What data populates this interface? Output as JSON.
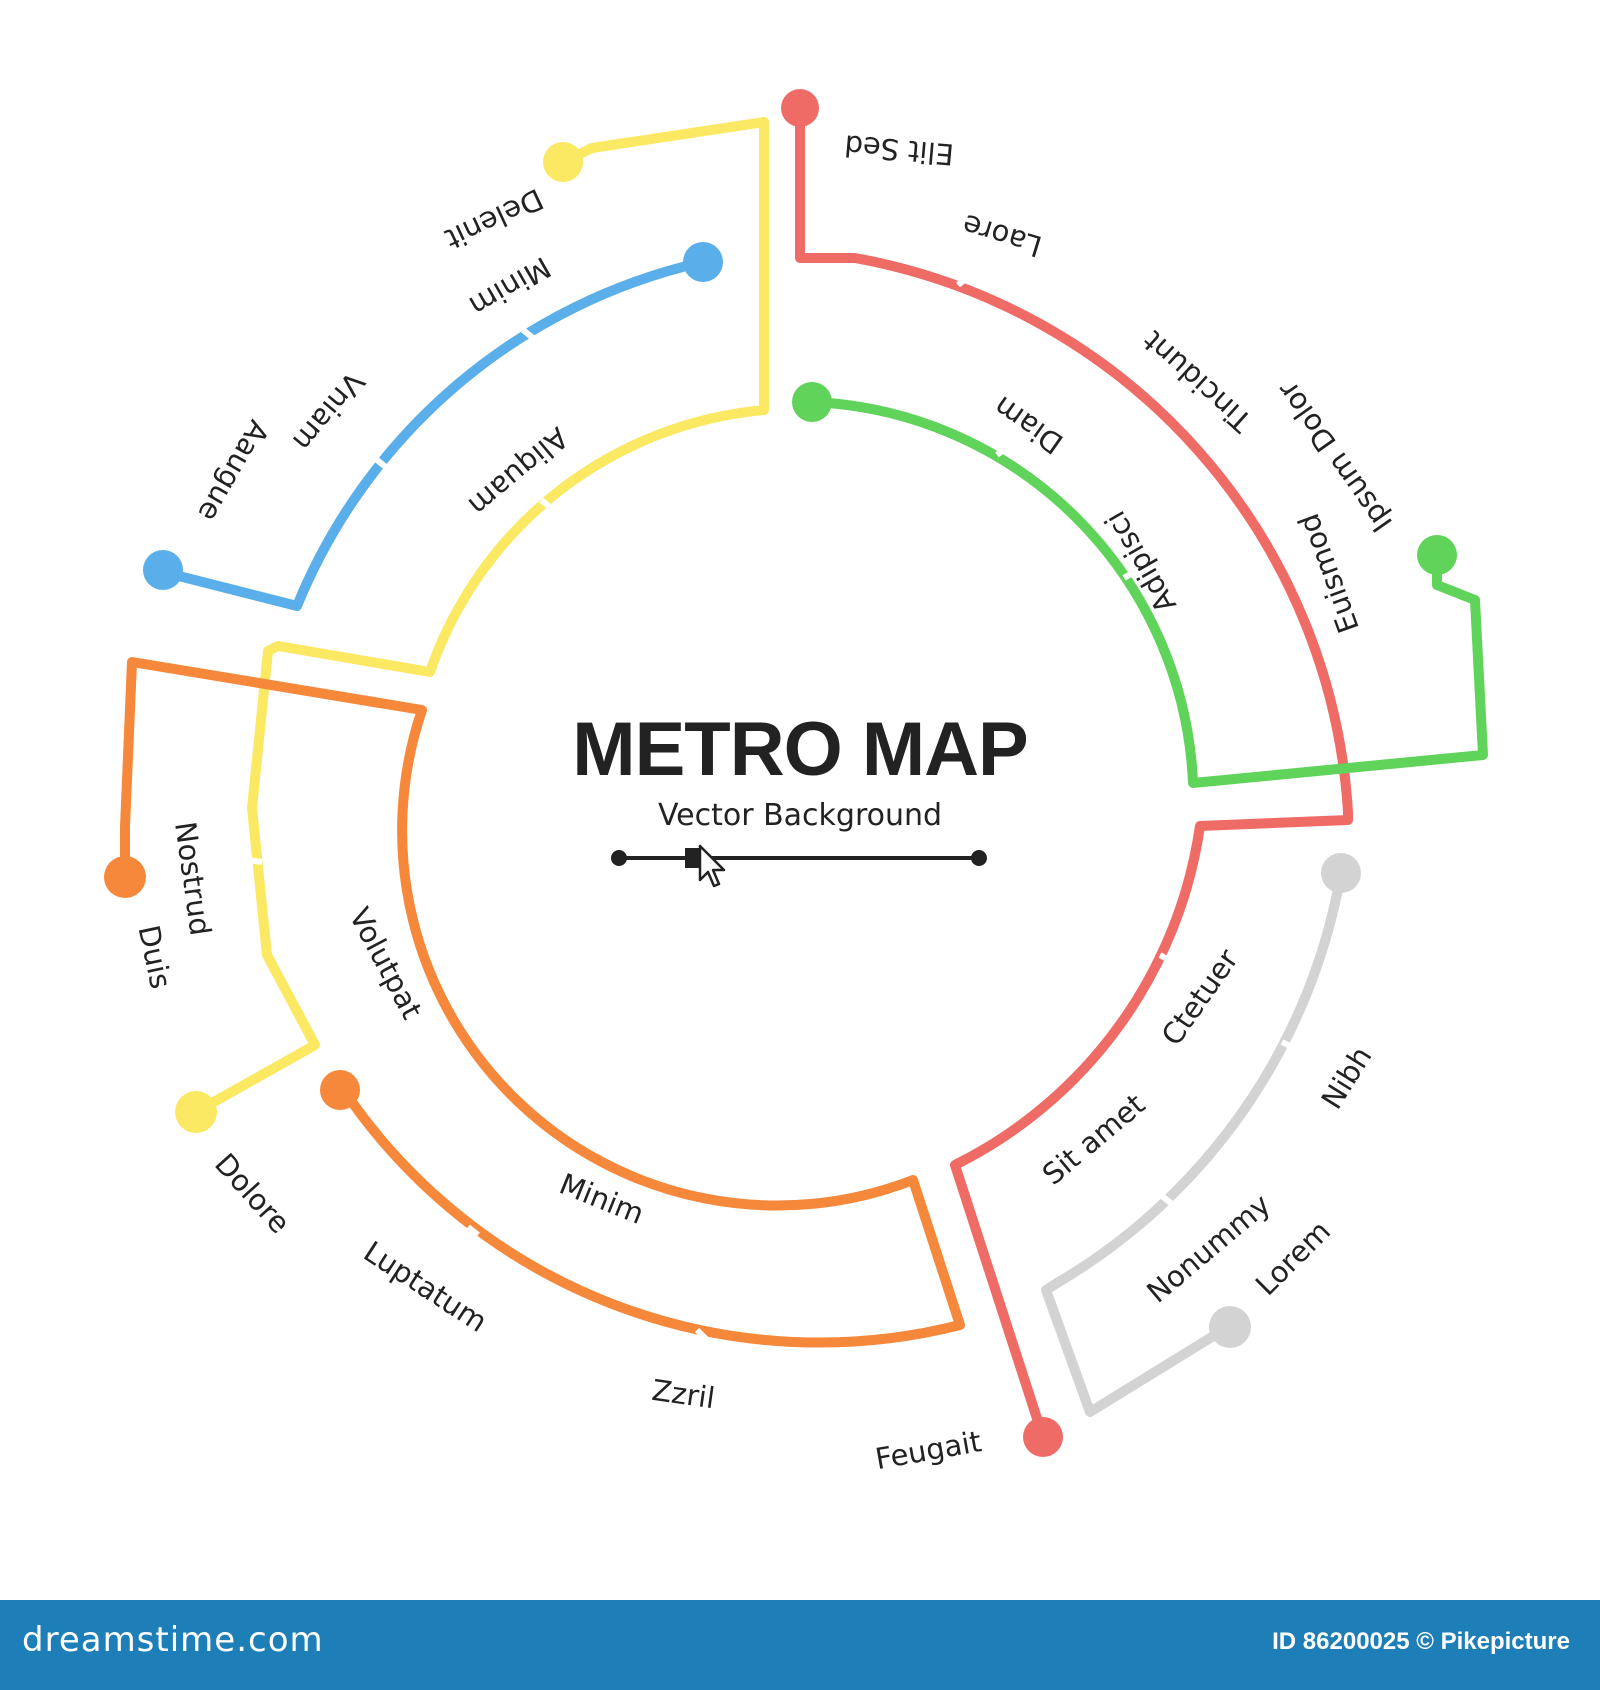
{
  "title": "METRO MAP",
  "subtitle": "Vector Background",
  "colors": {
    "red": "#ef6b66",
    "green": "#5fd35a",
    "yellow": "#fbe863",
    "blue": "#5aaee9",
    "orange": "#f5883a",
    "gray": "#d3d3d3",
    "text": "#222222",
    "footer": "#1e7fb8"
  },
  "stations": {
    "elit_sed": "Elit Sed",
    "laore": "Laore",
    "tincidunt": "Tincidunt",
    "ipsum_dolor": "Ipsum Dolor",
    "euismod": "Euismod",
    "diam": "Diam",
    "adipisci": "Adipisci",
    "deleniti": "Delenit",
    "minim_top": "Minim",
    "aliquam": "Aliquam",
    "vniam": "Vniam",
    "aaugue": "Aaugue",
    "nostrud": "Nostrud",
    "duis": "Duis",
    "volutpat": "Volutpat",
    "dolore": "Dolore",
    "luptatum": "Luptatum",
    "minim_bottom": "Minim",
    "zzril": "Zzril",
    "feugait": "Feugait",
    "sit_amet": "Sit amet",
    "ctetuer": "Ctetuer",
    "nibh": "Nibh",
    "nonummy": "Nonummy",
    "lorem": "Lorem"
  },
  "footer": {
    "site": "dreamstime.com",
    "credit": "ID 86200025 © Pikepicture"
  }
}
